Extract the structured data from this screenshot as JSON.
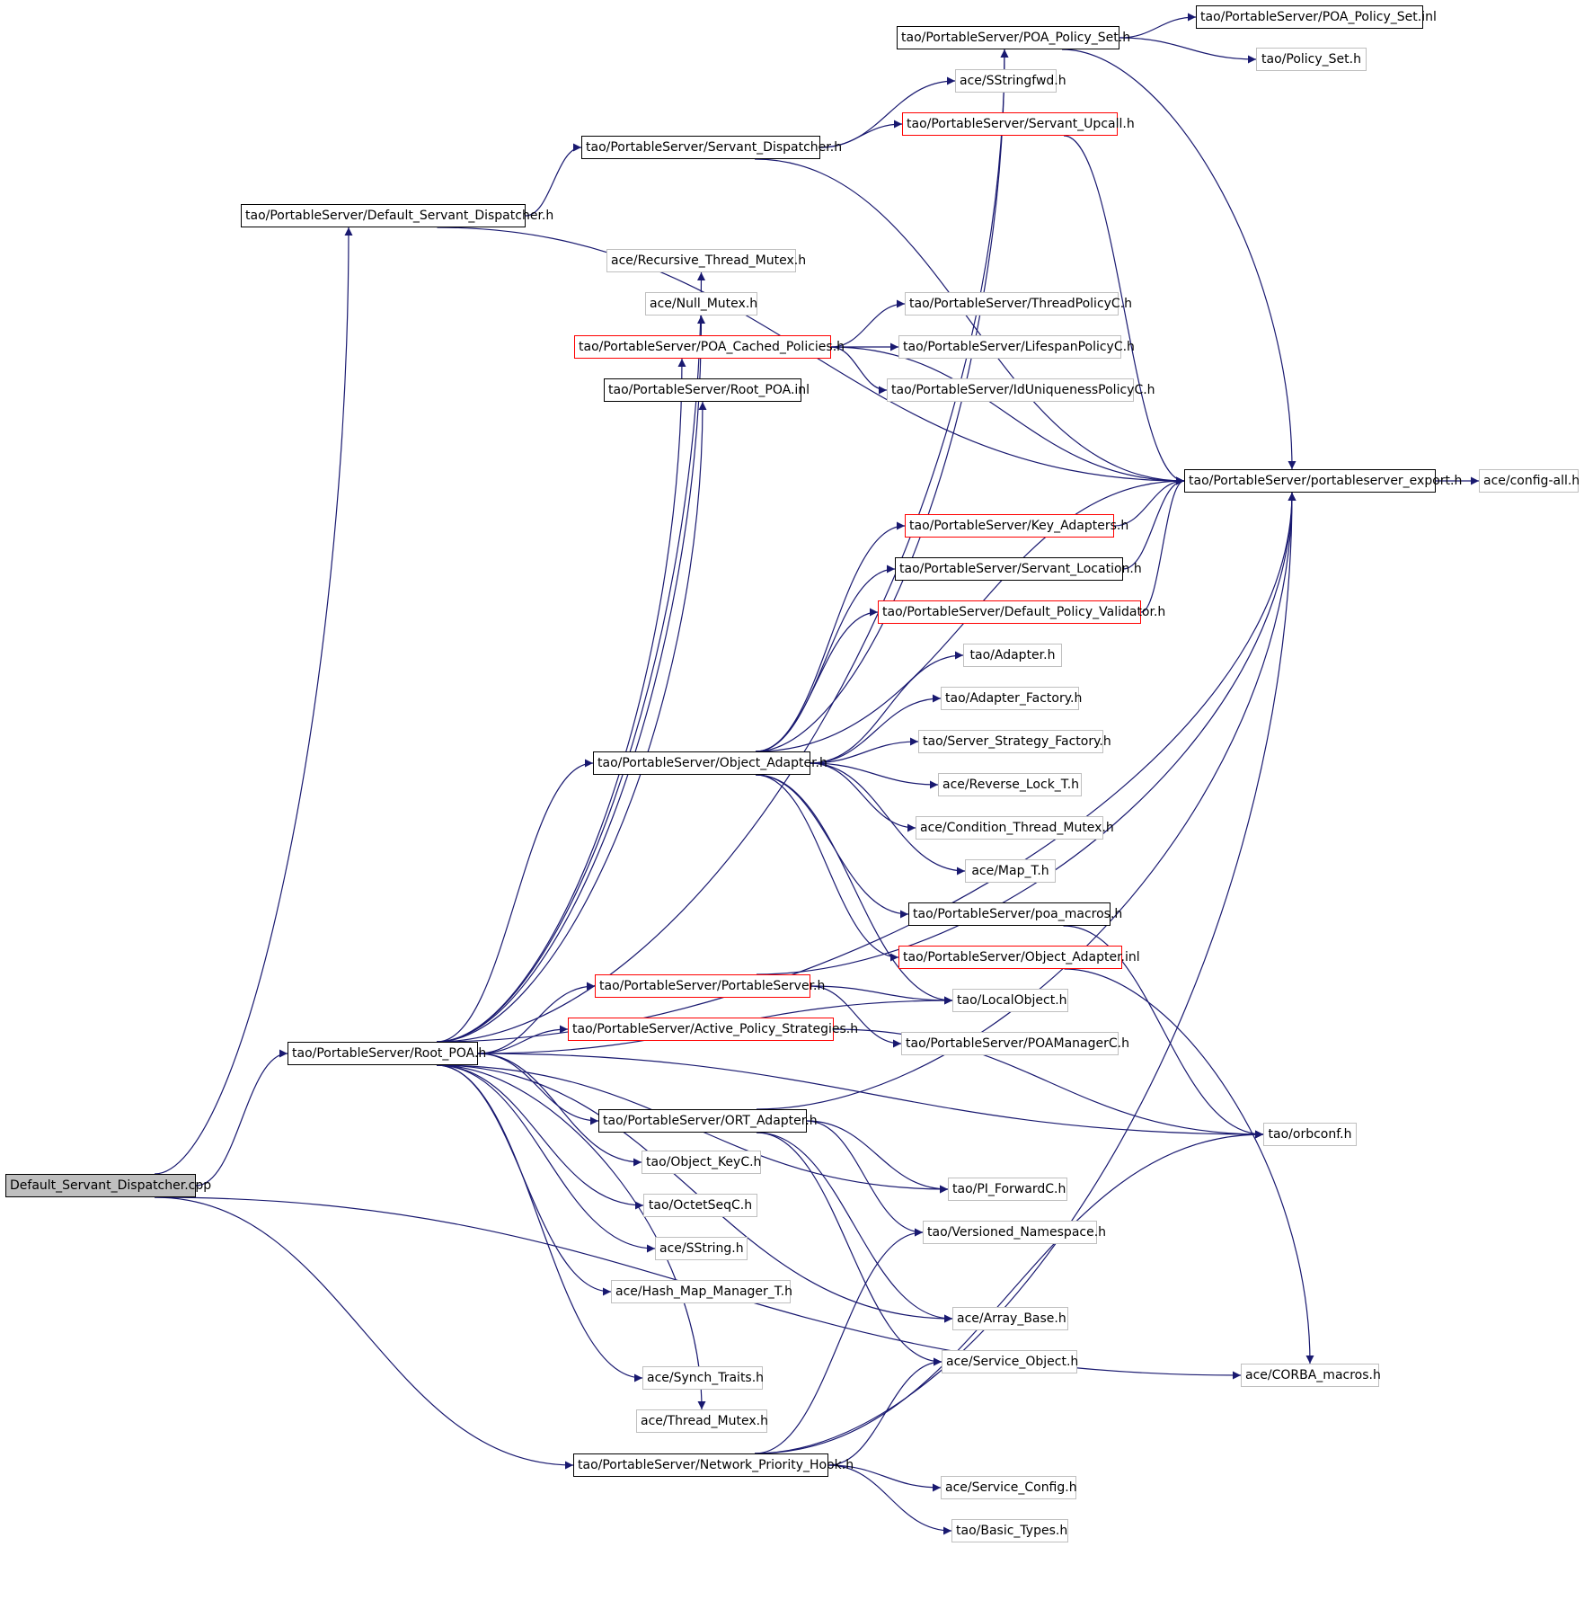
{
  "colors": {
    "edge": "#191970",
    "normal_border": "#000000",
    "external_border": "#bfbfbf",
    "truncated_border": "#ff0000",
    "root_fill": "#bfbfbf"
  },
  "nodes": [
    {
      "id": "root",
      "label": "Default_Servant_Dispatcher.cpp",
      "style": "root"
    },
    {
      "id": "dsd",
      "label": "tao/PortableServer/Default_Servant_Dispatcher.h",
      "style": "normal"
    },
    {
      "id": "rootpoa",
      "label": "tao/PortableServer/Root_POA.h",
      "style": "normal"
    },
    {
      "id": "nph",
      "label": "tao/PortableServer/Network_Priority_Hook.h",
      "style": "normal"
    },
    {
      "id": "poaps",
      "label": "tao/PortableServer/POA_Policy_Set.h",
      "style": "normal"
    },
    {
      "id": "poapsinl",
      "label": "tao/PortableServer/POA_Policy_Set.inl",
      "style": "normal"
    },
    {
      "id": "policyset",
      "label": "tao/Policy_Set.h",
      "style": "external"
    },
    {
      "id": "sstringfwd",
      "label": "ace/SStringfwd.h",
      "style": "external"
    },
    {
      "id": "supcall",
      "label": "tao/PortableServer/Servant_Upcall.h",
      "style": "truncated"
    },
    {
      "id": "sdisp",
      "label": "tao/PortableServer/Servant_Dispatcher.h",
      "style": "normal"
    },
    {
      "id": "rtm",
      "label": "ace/Recursive_Thread_Mutex.h",
      "style": "external"
    },
    {
      "id": "nullmutex",
      "label": "ace/Null_Mutex.h",
      "style": "external"
    },
    {
      "id": "threadpol",
      "label": "tao/PortableServer/ThreadPolicyC.h",
      "style": "external"
    },
    {
      "id": "pcp",
      "label": "tao/PortableServer/POA_Cached_Policies.h",
      "style": "truncated"
    },
    {
      "id": "lifespan",
      "label": "tao/PortableServer/LifespanPolicyC.h",
      "style": "external"
    },
    {
      "id": "rootpoainl",
      "label": "tao/PortableServer/Root_POA.inl",
      "style": "normal"
    },
    {
      "id": "iduniq",
      "label": "tao/PortableServer/IdUniquenessPolicyC.h",
      "style": "external"
    },
    {
      "id": "psexport",
      "label": "tao/PortableServer/portableserver_export.h",
      "style": "normal"
    },
    {
      "id": "configall",
      "label": "ace/config-all.h",
      "style": "external"
    },
    {
      "id": "keyadapters",
      "label": "tao/PortableServer/Key_Adapters.h",
      "style": "truncated"
    },
    {
      "id": "servantloc",
      "label": "tao/PortableServer/Servant_Location.h",
      "style": "normal"
    },
    {
      "id": "dpv",
      "label": "tao/PortableServer/Default_Policy_Validator.h",
      "style": "truncated"
    },
    {
      "id": "adapter",
      "label": "tao/Adapter.h",
      "style": "external"
    },
    {
      "id": "adapterfac",
      "label": "tao/Adapter_Factory.h",
      "style": "external"
    },
    {
      "id": "ssf",
      "label": "tao/Server_Strategy_Factory.h",
      "style": "external"
    },
    {
      "id": "objadapter",
      "label": "tao/PortableServer/Object_Adapter.h",
      "style": "normal"
    },
    {
      "id": "revlock",
      "label": "ace/Reverse_Lock_T.h",
      "style": "external"
    },
    {
      "id": "condmutex",
      "label": "ace/Condition_Thread_Mutex.h",
      "style": "external"
    },
    {
      "id": "mapt",
      "label": "ace/Map_T.h",
      "style": "external"
    },
    {
      "id": "poamacros",
      "label": "tao/PortableServer/poa_macros.h",
      "style": "normal"
    },
    {
      "id": "oainl",
      "label": "tao/PortableServer/Object_Adapter.inl",
      "style": "truncated"
    },
    {
      "id": "portsrv",
      "label": "tao/PortableServer/PortableServer.h",
      "style": "truncated"
    },
    {
      "id": "localobj",
      "label": "tao/LocalObject.h",
      "style": "external"
    },
    {
      "id": "aps",
      "label": "tao/PortableServer/Active_Policy_Strategies.h",
      "style": "truncated"
    },
    {
      "id": "poamgr",
      "label": "tao/PortableServer/POAManagerC.h",
      "style": "external"
    },
    {
      "id": "ort",
      "label": "tao/PortableServer/ORT_Adapter.h",
      "style": "normal"
    },
    {
      "id": "orbconf",
      "label": "tao/orbconf.h",
      "style": "external"
    },
    {
      "id": "objkey",
      "label": "tao/Object_KeyC.h",
      "style": "external"
    },
    {
      "id": "piforward",
      "label": "tao/PI_ForwardC.h",
      "style": "external"
    },
    {
      "id": "octetseq",
      "label": "tao/OctetSeqC.h",
      "style": "external"
    },
    {
      "id": "versioned",
      "label": "tao/Versioned_Namespace.h",
      "style": "external"
    },
    {
      "id": "sstring",
      "label": "ace/SString.h",
      "style": "external"
    },
    {
      "id": "hashmap",
      "label": "ace/Hash_Map_Manager_T.h",
      "style": "external"
    },
    {
      "id": "arraybase",
      "label": "ace/Array_Base.h",
      "style": "external"
    },
    {
      "id": "svcobj",
      "label": "ace/Service_Object.h",
      "style": "external"
    },
    {
      "id": "corbamacros",
      "label": "ace/CORBA_macros.h",
      "style": "external"
    },
    {
      "id": "synch",
      "label": "ace/Synch_Traits.h",
      "style": "external"
    },
    {
      "id": "threadmutex",
      "label": "ace/Thread_Mutex.h",
      "style": "external"
    },
    {
      "id": "svcconfig",
      "label": "ace/Service_Config.h",
      "style": "external"
    },
    {
      "id": "basictypes",
      "label": "tao/Basic_Types.h",
      "style": "external"
    }
  ],
  "edges": [
    [
      "root",
      "dsd"
    ],
    [
      "root",
      "rootpoa"
    ],
    [
      "root",
      "nph"
    ],
    [
      "root",
      "corbamacros"
    ],
    [
      "dsd",
      "sdisp"
    ],
    [
      "dsd",
      "psexport"
    ],
    [
      "sdisp",
      "sstringfwd"
    ],
    [
      "sdisp",
      "supcall"
    ],
    [
      "sdisp",
      "psexport"
    ],
    [
      "poaps",
      "poapsinl"
    ],
    [
      "poaps",
      "policyset"
    ],
    [
      "poaps",
      "psexport"
    ],
    [
      "supcall",
      "psexport"
    ],
    [
      "pcp",
      "threadpol"
    ],
    [
      "pcp",
      "lifespan"
    ],
    [
      "pcp",
      "iduniq"
    ],
    [
      "pcp",
      "psexport"
    ],
    [
      "psexport",
      "configall"
    ],
    [
      "keyadapters",
      "psexport"
    ],
    [
      "servantloc",
      "psexport"
    ],
    [
      "dpv",
      "psexport"
    ],
    [
      "rootpoa",
      "poaps"
    ],
    [
      "rootpoa",
      "rtm"
    ],
    [
      "rootpoa",
      "nullmutex"
    ],
    [
      "rootpoa",
      "pcp"
    ],
    [
      "rootpoa",
      "rootpoainl"
    ],
    [
      "rootpoa",
      "psexport"
    ],
    [
      "rootpoa",
      "objadapter"
    ],
    [
      "rootpoa",
      "portsrv"
    ],
    [
      "rootpoa",
      "aps"
    ],
    [
      "rootpoa",
      "localobj"
    ],
    [
      "rootpoa",
      "ort"
    ],
    [
      "rootpoa",
      "objkey"
    ],
    [
      "rootpoa",
      "octetseq"
    ],
    [
      "rootpoa",
      "sstring"
    ],
    [
      "rootpoa",
      "hashmap"
    ],
    [
      "rootpoa",
      "arraybase"
    ],
    [
      "rootpoa",
      "synch"
    ],
    [
      "rootpoa",
      "threadmutex"
    ],
    [
      "rootpoa",
      "piforward"
    ],
    [
      "rootpoa",
      "orbconf"
    ],
    [
      "objadapter",
      "psexport"
    ],
    [
      "objadapter",
      "keyadapters"
    ],
    [
      "objadapter",
      "servantloc"
    ],
    [
      "objadapter",
      "dpv"
    ],
    [
      "objadapter",
      "adapter"
    ],
    [
      "objadapter",
      "adapterfac"
    ],
    [
      "objadapter",
      "ssf"
    ],
    [
      "objadapter",
      "revlock"
    ],
    [
      "objadapter",
      "condmutex"
    ],
    [
      "objadapter",
      "mapt"
    ],
    [
      "objadapter",
      "poamacros"
    ],
    [
      "objadapter",
      "oainl"
    ],
    [
      "objadapter",
      "localobj"
    ],
    [
      "objadapter",
      "poaps"
    ],
    [
      "poamacros",
      "orbconf"
    ],
    [
      "oainl",
      "corbamacros"
    ],
    [
      "portsrv",
      "poamgr"
    ],
    [
      "portsrv",
      "localobj"
    ],
    [
      "portsrv",
      "psexport"
    ],
    [
      "aps",
      "orbconf"
    ],
    [
      "ort",
      "piforward"
    ],
    [
      "ort",
      "versioned"
    ],
    [
      "ort",
      "arraybase"
    ],
    [
      "ort",
      "svcobj"
    ],
    [
      "ort",
      "psexport"
    ],
    [
      "nph",
      "svcconfig"
    ],
    [
      "nph",
      "basictypes"
    ],
    [
      "nph",
      "svcobj"
    ],
    [
      "nph",
      "versioned"
    ],
    [
      "nph",
      "orbconf"
    ],
    [
      "nph",
      "psexport"
    ]
  ]
}
